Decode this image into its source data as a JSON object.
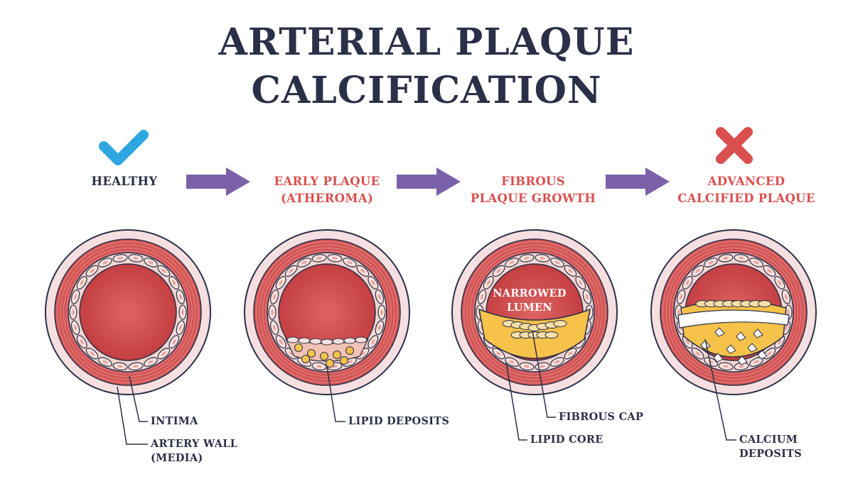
{
  "title": {
    "line1": "ARTERIAL PLAQUE",
    "line2": "CALCIFICATION"
  },
  "colors": {
    "title": "#2b3048",
    "healthy_label": "#2b3048",
    "stage_label": "#d9504f",
    "arrow": "#7b62a8",
    "check": "#2ea7e0",
    "cross": "#d9504f",
    "artery_wall": "#d35655",
    "lumen": "#c94345",
    "plaque": "#f7c24a"
  },
  "icons": {
    "check": "checkmark-icon",
    "cross": "cross-icon",
    "arrow": "right-arrow-icon"
  },
  "stages": [
    {
      "line1": "HEALTHY",
      "line2": ""
    },
    {
      "line1": "EARLY PLAQUE",
      "line2": "(ATHEROMA)"
    },
    {
      "line1": "FIBROUS",
      "line2": "PLAQUE GROWTH"
    },
    {
      "line1": "ADVANCED",
      "line2": "CALCIFIED PLAQUE"
    }
  ],
  "inner_label": {
    "line1": "NARROWED",
    "line2": "LUMEN"
  },
  "callouts": {
    "intima": "INTIMA",
    "artery_wall_1": "ARTERY WALL",
    "artery_wall_2": "(MEDIA)",
    "lipid_deposits": "LIPID DEPOSITS",
    "fibrous_cap": "FIBROUS CAP",
    "lipid_core": "LIPID CORE",
    "calcium_1": "CALCIUM",
    "calcium_2": "DEPOSITS"
  }
}
